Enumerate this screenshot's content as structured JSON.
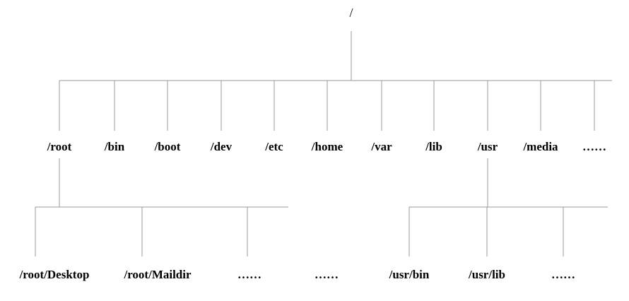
{
  "diagram": {
    "root": "/",
    "level1": [
      "/root",
      "/bin",
      "/boot",
      "/dev",
      "/etc",
      "/home",
      "/var",
      "/lib",
      "/usr",
      "/media",
      "……"
    ],
    "root_children": [
      "/root/Desktop",
      "/root/Maildir",
      "……",
      "……"
    ],
    "usr_children": [
      "/usr/bin",
      "/usr/lib",
      "……"
    ],
    "colors": {
      "line": "#9a9a9a",
      "text": "#000000"
    }
  }
}
